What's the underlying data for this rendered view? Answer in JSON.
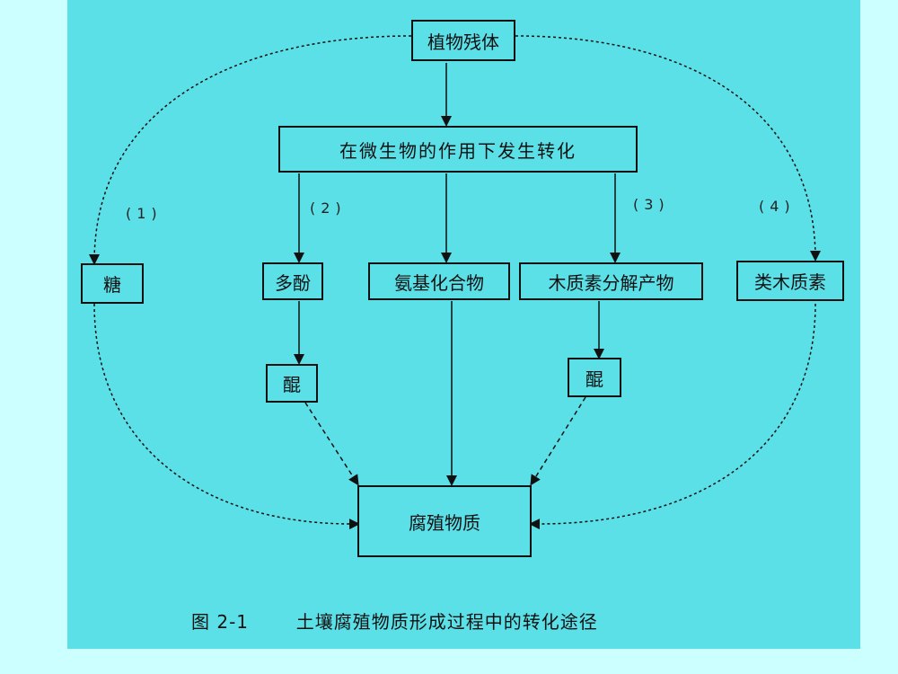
{
  "nodes": {
    "plant_residue": "植物残体",
    "microbe_transform": "在微生物的作用下发生转化",
    "sugar": "糖",
    "polyphenol": "多酚",
    "amino_compound": "氨基化合物",
    "lignin_products": "木质素分解产物",
    "lignin": "类木质素",
    "quinone_left": "醌",
    "quinone_right": "醌",
    "humus": "腐殖物质"
  },
  "pathway_labels": [
    "(1)",
    "(2)",
    "(3)",
    "(4)"
  ],
  "caption": {
    "figure_no": "图 2-1",
    "title": "土壤腐殖物质形成过程中的转化途径"
  },
  "colors": {
    "background": "#ccffff",
    "panel": "#5ce0e8",
    "line": "#111111"
  }
}
